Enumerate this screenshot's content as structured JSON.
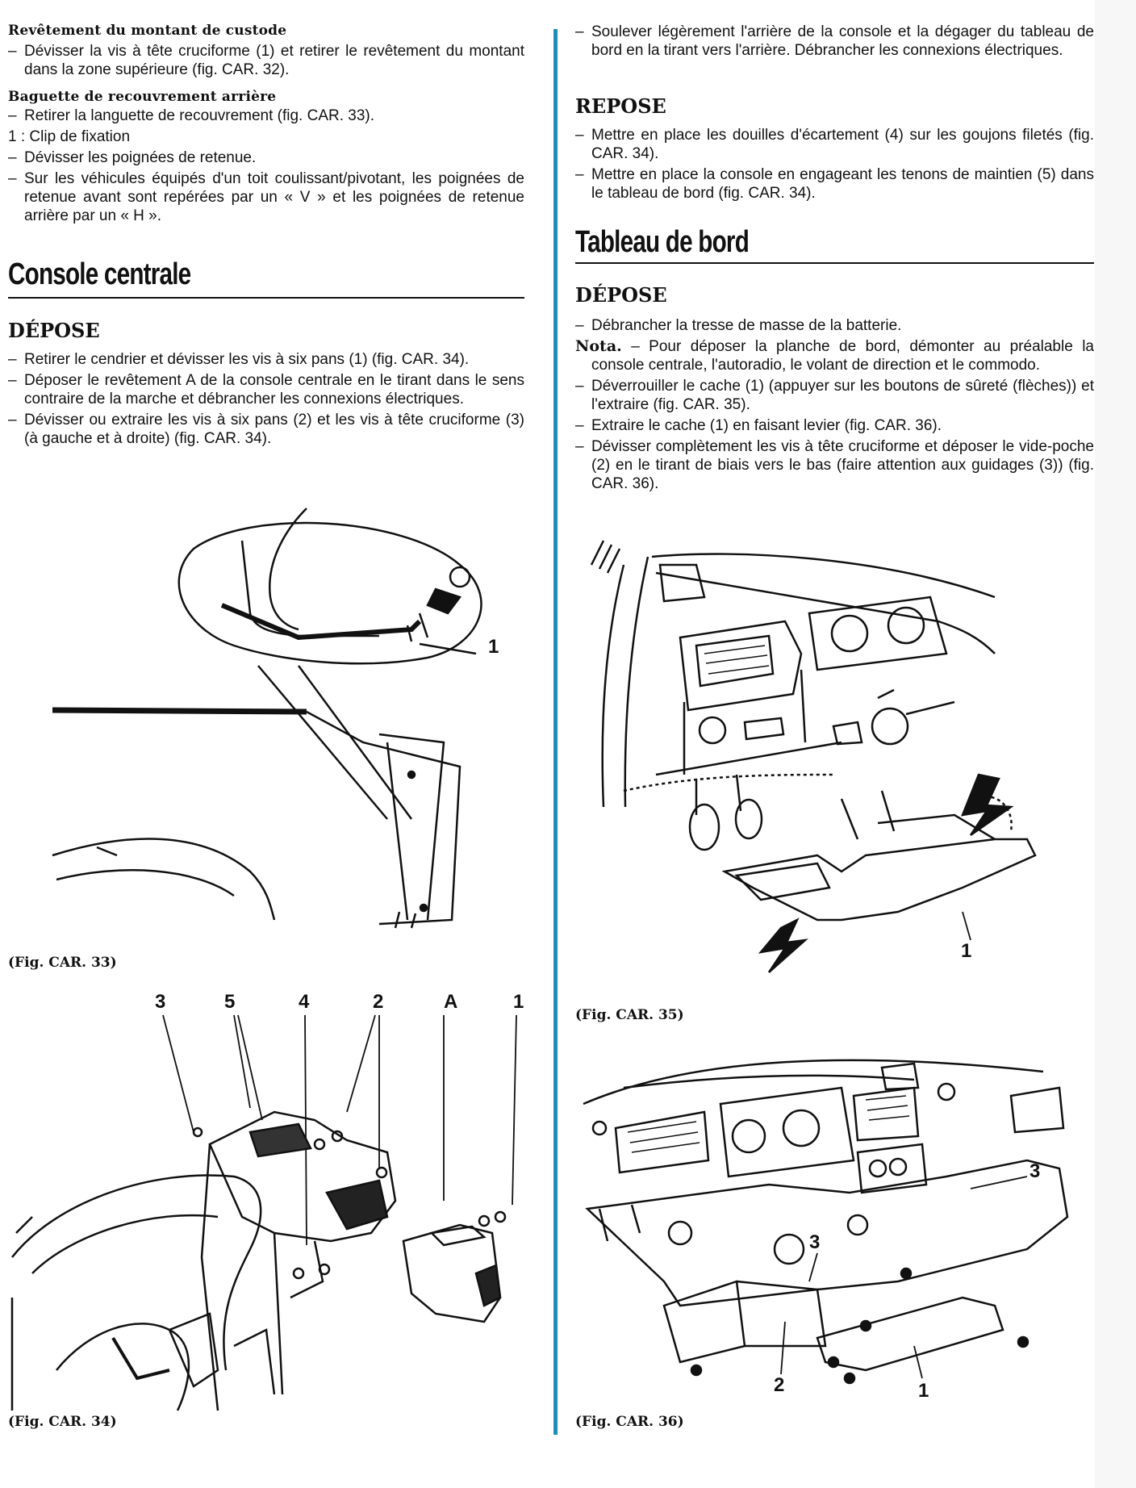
{
  "left": {
    "sec1": {
      "title": "Revêtement du montant de custode",
      "items": [
        "Dévisser la vis à tête cruciforme (1) et retirer le revêtement du montant dans la zone supérieure (fig. CAR. 32)."
      ]
    },
    "sec2": {
      "title": "Baguette de recouvrement arrière",
      "items": [
        "Retirer la languette de recouvrement (fig. CAR. 33).",
        "1 : Clip de fixation",
        "Dévisser les poignées de retenue.",
        "Sur les véhicules équipés d'un toit coulissant/pivotant, les poignées de retenue avant sont repérées par un « V » et les poignées de retenue arrière par un « H »."
      ]
    },
    "console": {
      "title": "Console centrale",
      "depose_heading": "DÉPOSE",
      "items": [
        "Retirer le cendrier et dévisser les vis à six pans (1) (fig. CAR. 34).",
        "Déposer le revêtement A de la console centrale en le tirant dans le sens contraire de la marche et débrancher les connexions électriques.",
        "Dévisser ou extraire les vis à six pans (2) et les vis à tête cruciforme (3) (à gauche et à droite) (fig. CAR. 34)."
      ]
    },
    "fig33": {
      "caption": "(Fig. CAR. 33)",
      "labels": [
        "1"
      ]
    },
    "fig34": {
      "caption": "(Fig. CAR. 34)",
      "labels": [
        "3",
        "5",
        "4",
        "2",
        "A",
        "1"
      ]
    }
  },
  "right": {
    "intro_items": [
      "Soulever légèrement l'arrière de la console et la dégager du tableau de bord en la tirant vers l'arrière. Débrancher les connexions électriques."
    ],
    "repose": {
      "heading": "REPOSE",
      "items": [
        "Mettre en place les douilles d'écartement (4) sur les goujons filetés (fig. CAR. 34).",
        "Mettre en place la console en engageant les tenons de maintien (5) dans le tableau de bord (fig. CAR. 34)."
      ]
    },
    "tableau": {
      "title": "Tableau de bord",
      "depose_heading": "DÉPOSE",
      "item1": "Débrancher la tresse de masse de la batterie.",
      "nota_label": "Nota.",
      "nota_text": "– Pour déposer la planche de bord, démonter au préalable la console centrale, l'autoradio, le volant de direction et le commodo.",
      "items": [
        "Déverrouiller le cache (1) (appuyer sur les boutons de sûreté (flèches)) et l'extraire (fig. CAR. 35).",
        "Extraire le cache (1) en faisant levier (fig. CAR. 36).",
        "Dévisser complètement les vis à tête cruciforme et déposer le vide-poche (2) en le tirant de biais vers le bas (faire attention aux guidages (3)) (fig. CAR. 36)."
      ]
    },
    "fig35": {
      "caption": "(Fig. CAR. 35)",
      "labels": [
        "1"
      ]
    },
    "fig36": {
      "caption": "(Fig. CAR. 36)",
      "labels": [
        "3",
        "3",
        "2",
        "1"
      ]
    }
  },
  "colors": {
    "divider": "#1f8fb8",
    "text": "#111111"
  }
}
